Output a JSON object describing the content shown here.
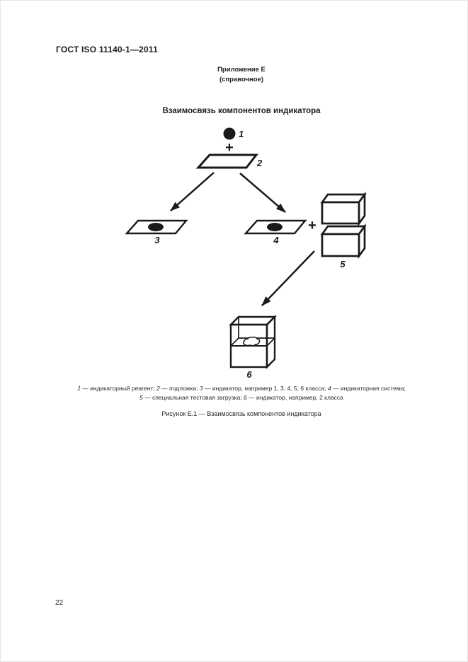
{
  "page": {
    "standard_header": "ГОСТ ISO 11140-1—2011",
    "page_number": "22"
  },
  "annex": {
    "title": "Приложение Е",
    "subtitle": "(справочное)"
  },
  "figure": {
    "title": "Взаимосвязь компонентов индикатора",
    "caption": "Рисунок Е.1 — Взаимосвязь компонентов индикатора"
  },
  "diagram": {
    "plus": "+",
    "labels": {
      "l1": "1",
      "l2": "2",
      "l3": "3",
      "l4": "4",
      "l5": "5",
      "l6": "6"
    }
  },
  "legend": {
    "items": [
      {
        "label": "1",
        "text": " — индикаторный реагент; "
      },
      {
        "label": "2",
        "text": " — подложка; "
      },
      {
        "label": "3",
        "text": " — индикатор, например 1, 3, 4, 5, 6 класса; "
      },
      {
        "label": "4",
        "text": " — индикаторная система;"
      },
      {
        "label": "5",
        "text": " — специальная тестовая загрузка; "
      },
      {
        "label": "6",
        "text": " — индикатор, например, 2 класса"
      }
    ]
  },
  "colors": {
    "ink": "#1a1a1a",
    "background": "#ffffff"
  }
}
